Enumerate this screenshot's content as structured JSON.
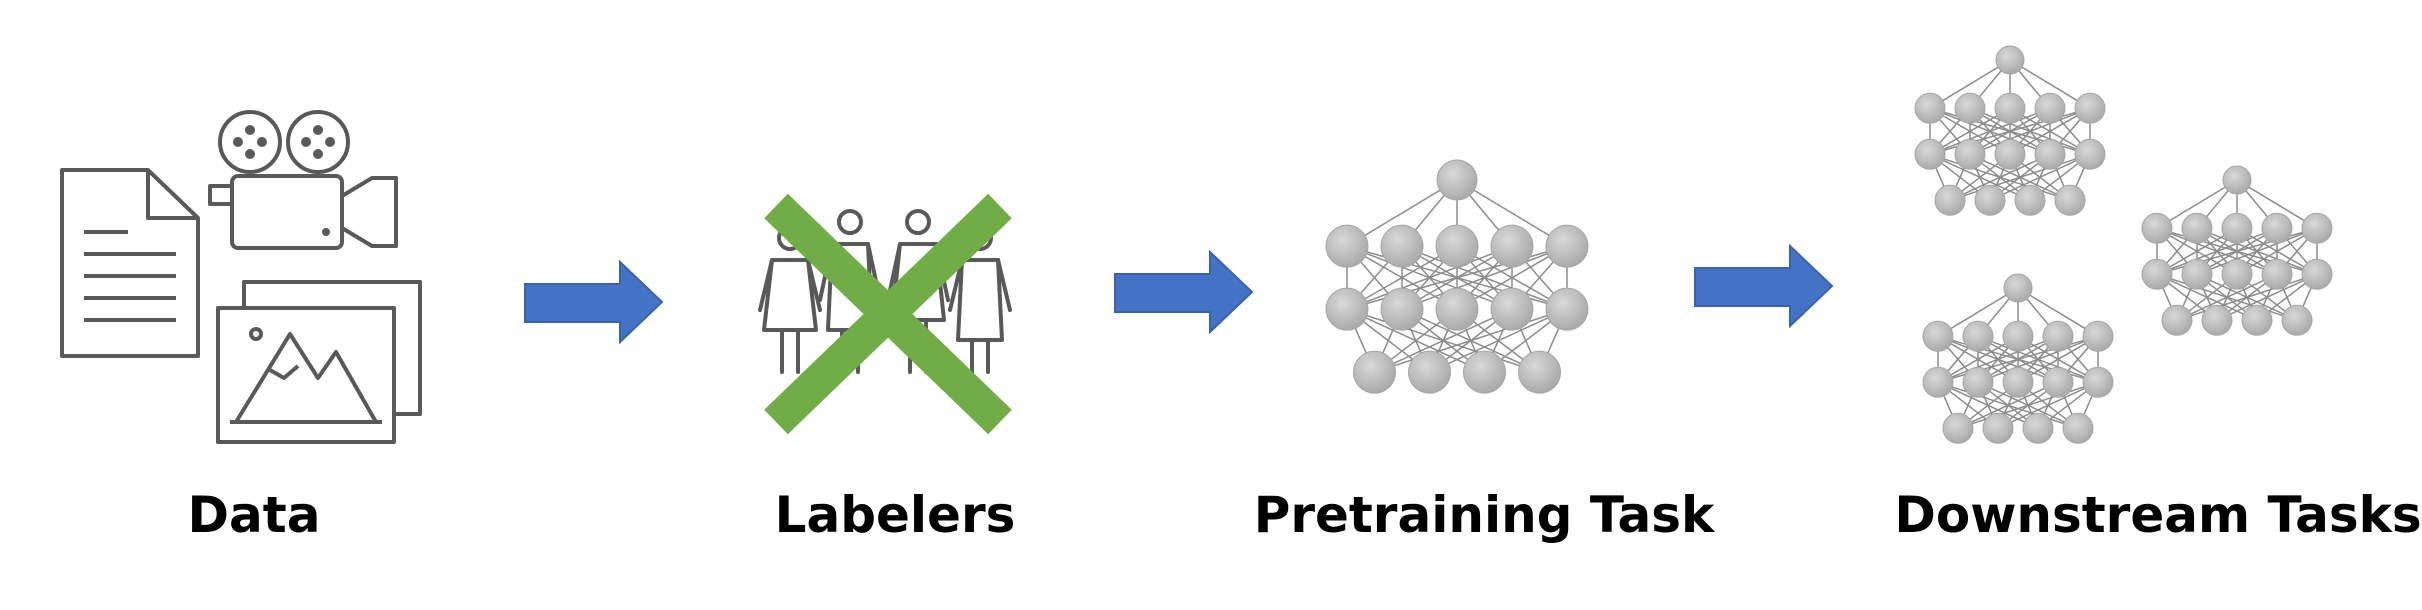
{
  "stages": [
    {
      "label": "Data"
    },
    {
      "label": "Labelers"
    },
    {
      "label": "Pretraining Task"
    },
    {
      "label": "Downstream Tasks"
    }
  ],
  "icons": {
    "data": [
      "document-icon",
      "video-camera-icon",
      "image-icon"
    ],
    "labelers": [
      "people-icon",
      "cross-out-icon"
    ],
    "pretraining": [
      "neural-network-icon"
    ],
    "downstream": [
      "neural-network-icon",
      "neural-network-icon",
      "neural-network-icon"
    ]
  },
  "colors": {
    "arrow": "#4472c4",
    "cross": "#70ad47",
    "icon_stroke": "#595959",
    "node_fill": "#bfbfbf",
    "node_stroke": "#a6a6a6",
    "edge": "#8c8c8c"
  }
}
